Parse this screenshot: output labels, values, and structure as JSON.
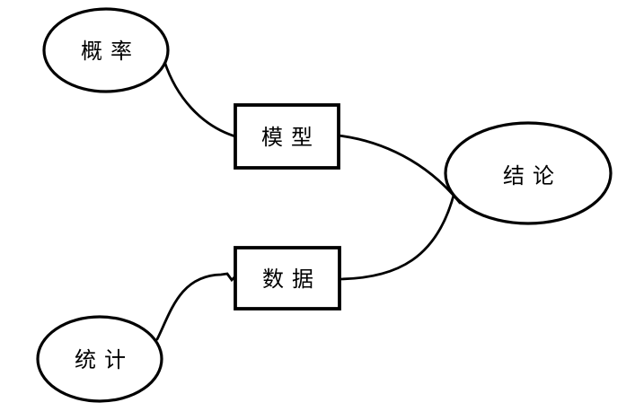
{
  "page": {
    "background_color": "#ffffff",
    "stroke_color": "#000000"
  },
  "diagram": {
    "type": "flowchart",
    "nodes": [
      {
        "id": "probability",
        "label": "概率",
        "shape": "ellipse",
        "position": "top-left"
      },
      {
        "id": "model",
        "label": "模型",
        "shape": "rectangle",
        "position": "upper-middle"
      },
      {
        "id": "conclusion",
        "label": "结论",
        "shape": "ellipse",
        "position": "middle-right"
      },
      {
        "id": "data",
        "label": "数据",
        "shape": "rectangle",
        "position": "lower-middle"
      },
      {
        "id": "statistics",
        "label": "统计",
        "shape": "ellipse",
        "position": "bottom-left"
      }
    ],
    "edges": [
      {
        "from": "概率",
        "to": "模型",
        "style": "curved"
      },
      {
        "from": "模型",
        "to": "结论",
        "style": "curved"
      },
      {
        "from": "统计",
        "to": "数据",
        "style": "curved"
      },
      {
        "from": "数据",
        "to": "结论",
        "style": "curved"
      }
    ]
  }
}
